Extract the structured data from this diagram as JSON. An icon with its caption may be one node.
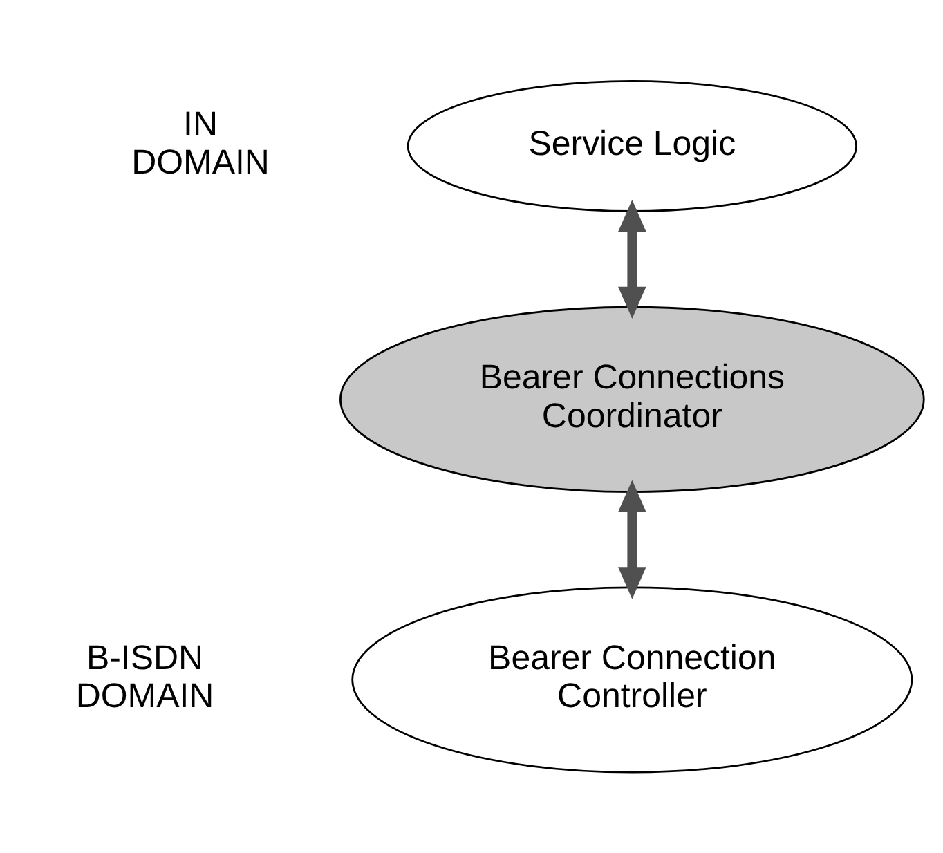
{
  "diagram": {
    "nodes": [
      {
        "text": [
          "Service Logic"
        ]
      },
      {
        "text": [
          "Bearer Connections Coordinator"
        ]
      },
      {
        "text": [
          "Bearer Connection Controller"
        ]
      }
    ],
    "edges": [
      {
        "from": 0,
        "to": 1,
        "arrow": "both"
      },
      {
        "from": 1,
        "to": 2,
        "arrow": "both"
      }
    ],
    "labels": [
      "IN DOMAIN",
      "B-ISDN DOMAIN"
    ]
  }
}
